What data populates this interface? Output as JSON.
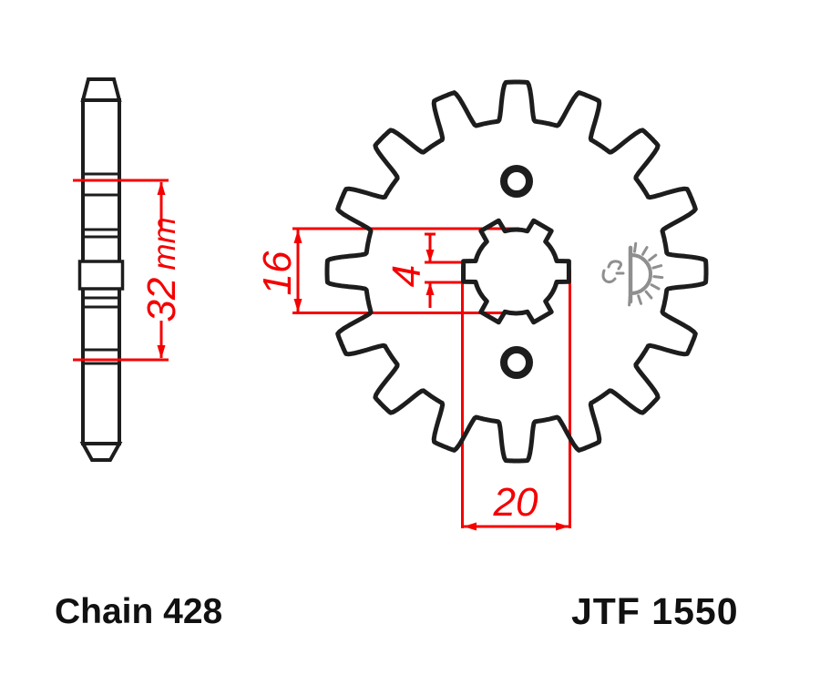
{
  "drawing": {
    "type": "sprocket-technical-drawing",
    "labels": {
      "chain_standard": "Chain 428",
      "part_number": "JTF 1550"
    },
    "dimensions": {
      "hub_width_value": "32",
      "hub_width_unit": "mm",
      "bore_diameter": "16",
      "spline_groove_width": "4",
      "spline_outer_diameter": "20"
    },
    "logo_icon": "jt-rising-sun-logo",
    "colors": {
      "outline": "#1d1d1d",
      "dimension_red": "#f40000",
      "logo_gray": "#8f8f8f",
      "background": "#ffffff"
    }
  }
}
